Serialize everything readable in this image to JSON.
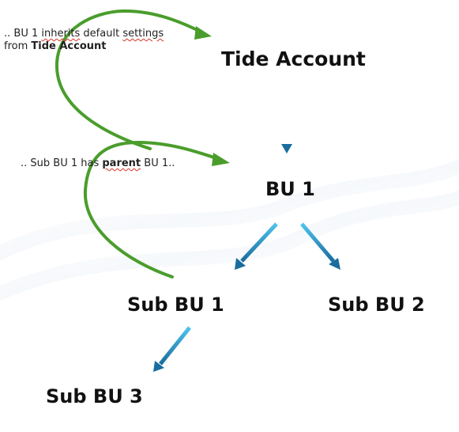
{
  "diagram": {
    "nodes": {
      "root": "Tide Account",
      "bu1": "BU 1",
      "sub_bu1": "Sub BU 1",
      "sub_bu2": "Sub BU 2",
      "sub_bu3": "Sub BU 3"
    },
    "edges": [
      {
        "from": "root",
        "to": "bu1"
      },
      {
        "from": "bu1",
        "to": "sub_bu1"
      },
      {
        "from": "bu1",
        "to": "sub_bu2"
      },
      {
        "from": "sub_bu1",
        "to": "sub_bu3"
      }
    ],
    "notes": {
      "inherit": {
        "prefix": ".. BU 1 ",
        "squiggle": "inherits",
        "middle": " default ",
        "squiggle2": "settings",
        "line2_prefix": "from ",
        "line2_bold": "Tide Account"
      },
      "parent": {
        "prefix": ".. Sub BU 1 has ",
        "bold": "parent",
        "suffix": " BU 1.."
      }
    },
    "colors": {
      "blue_arrow_light": "#3cb3e0",
      "blue_arrow_dark": "#1a6d9e",
      "green_arrow": "#4a9d2c",
      "squiggle": "#d9342b"
    }
  }
}
